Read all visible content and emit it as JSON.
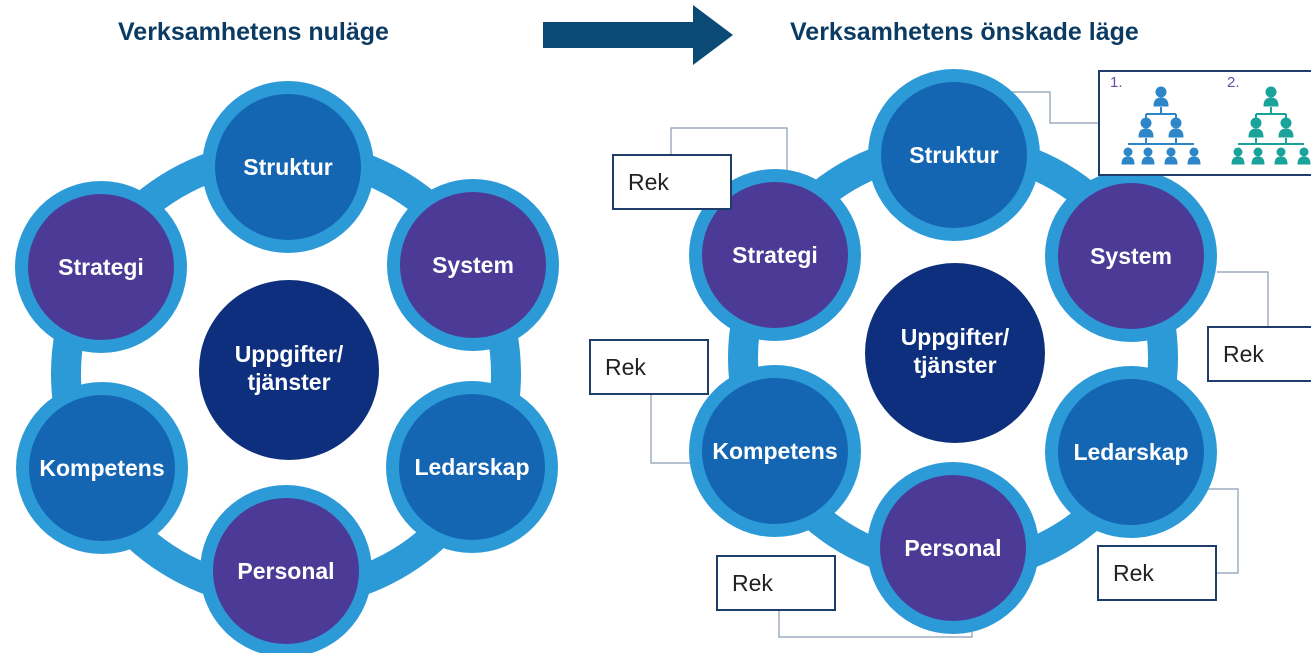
{
  "titles": {
    "left": "Verksamhetens nuläge",
    "right": "Verksamhetens önskade läge"
  },
  "labels": {
    "struktur": "Struktur",
    "system": "System",
    "ledarskap": "Ledarskap",
    "personal": "Personal",
    "kompetens": "Kompetens",
    "strategi": "Strategi",
    "center_line1": "Uppgifter/",
    "center_line2": "tjänster"
  },
  "callouts": {
    "rek": "Rek",
    "org_1": "1.",
    "org_2": "2."
  },
  "colors": {
    "ring": "#2d9ad8",
    "blue_node": "#1466b3",
    "purple_node": "#4c3b96",
    "center_node": "#0d2f7e",
    "title": "#0b3b63",
    "arrow": "#0b4a74",
    "org_blue": "#2d86c8",
    "org_teal": "#1aa39a",
    "box_border": "#1f3d6b"
  },
  "icons": {
    "arrow": "arrow-right-icon",
    "org_chart": "org-chart-icon"
  }
}
